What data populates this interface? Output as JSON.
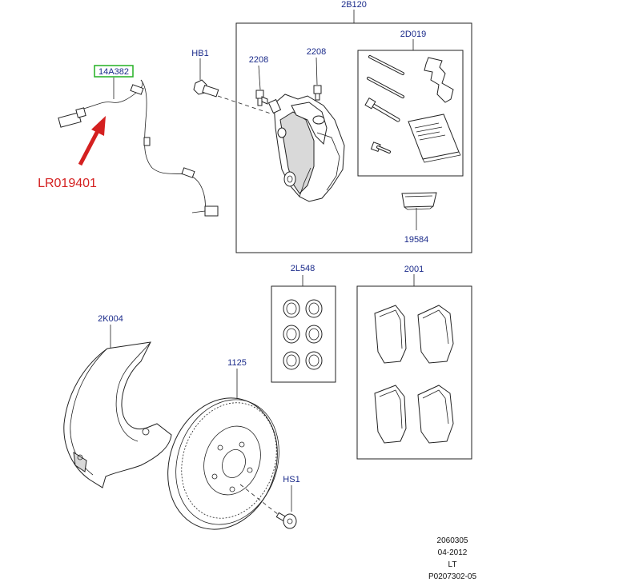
{
  "callouts": {
    "sensor": "14A382",
    "highlight_part_number": "LR019401",
    "bolt_hb1": "HB1",
    "caliper_kit": "2B120",
    "bleed_screw_left": "2208",
    "bleed_screw_right": "2208",
    "pin_kit": "2D019",
    "wear_indicator": "19584",
    "seal_kit": "2L548",
    "pad_set": "2001",
    "dust_shield": "2K004",
    "disc": "1125",
    "screw_hs1": "HS1"
  },
  "footer": {
    "line1": "2060305",
    "line2": "04-2012",
    "line3": "LT",
    "line4": "P0207302-05"
  },
  "colors": {
    "label": "#1a2a8a",
    "highlight_box": "#22b022",
    "highlight_text": "#d42020"
  }
}
